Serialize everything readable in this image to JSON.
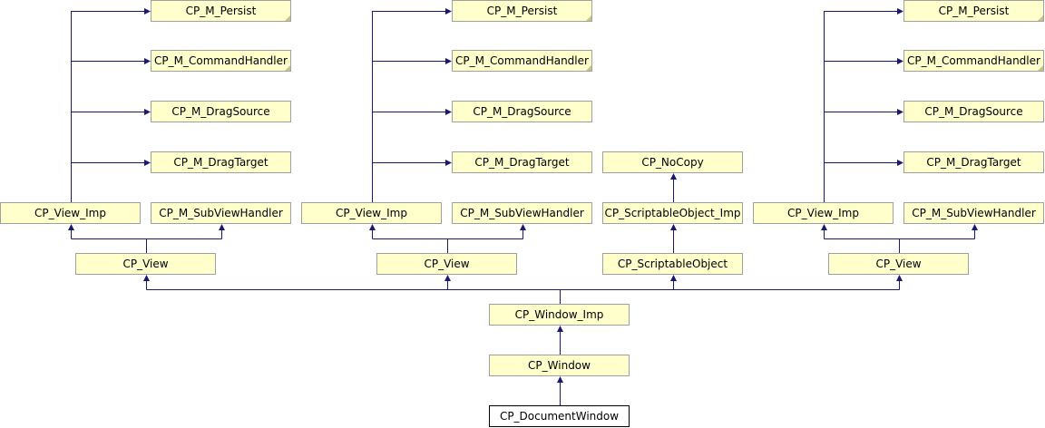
{
  "diagram": {
    "nodes": [
      {
        "id": "pA",
        "label": "CP_M_Persist",
        "folded": true
      },
      {
        "id": "cA",
        "label": "CP_M_CommandHandler",
        "folded": true
      },
      {
        "id": "dsA",
        "label": "CP_M_DragSource"
      },
      {
        "id": "dtA",
        "label": "CP_M_DragTarget"
      },
      {
        "id": "viA",
        "label": "CP_View_Imp"
      },
      {
        "id": "shA",
        "label": "CP_M_SubViewHandler"
      },
      {
        "id": "vA",
        "label": "CP_View"
      },
      {
        "id": "pB",
        "label": "CP_M_Persist",
        "folded": true
      },
      {
        "id": "cB",
        "label": "CP_M_CommandHandler",
        "folded": true
      },
      {
        "id": "dsB",
        "label": "CP_M_DragSource"
      },
      {
        "id": "dtB",
        "label": "CP_M_DragTarget"
      },
      {
        "id": "viB",
        "label": "CP_View_Imp"
      },
      {
        "id": "shB",
        "label": "CP_M_SubViewHandler"
      },
      {
        "id": "vB",
        "label": "CP_View"
      },
      {
        "id": "nc",
        "label": "CP_NoCopy"
      },
      {
        "id": "soi",
        "label": "CP_ScriptableObject_Imp"
      },
      {
        "id": "so",
        "label": "CP_ScriptableObject"
      },
      {
        "id": "pC",
        "label": "CP_M_Persist",
        "folded": true
      },
      {
        "id": "cC",
        "label": "CP_M_CommandHandler",
        "folded": true
      },
      {
        "id": "dsC",
        "label": "CP_M_DragSource"
      },
      {
        "id": "dtC",
        "label": "CP_M_DragTarget"
      },
      {
        "id": "viC",
        "label": "CP_View_Imp"
      },
      {
        "id": "shC",
        "label": "CP_M_SubViewHandler"
      },
      {
        "id": "vC",
        "label": "CP_View"
      },
      {
        "id": "wi",
        "label": "CP_Window_Imp"
      },
      {
        "id": "w",
        "label": "CP_Window"
      },
      {
        "id": "dw",
        "label": "CP_DocumentWindow",
        "focus": true
      }
    ],
    "edges": [
      {
        "from": "viA",
        "to": [
          "pA",
          "cA",
          "dsA",
          "dtA"
        ]
      },
      {
        "from": "vA",
        "to": [
          "viA",
          "shA"
        ]
      },
      {
        "from": "viB",
        "to": [
          "pB",
          "cB",
          "dsB",
          "dtB"
        ]
      },
      {
        "from": "vB",
        "to": [
          "viB",
          "shB"
        ]
      },
      {
        "from": "soi",
        "to": [
          "nc"
        ]
      },
      {
        "from": "so",
        "to": [
          "soi"
        ]
      },
      {
        "from": "viC",
        "to": [
          "pC",
          "cC",
          "dsC",
          "dtC"
        ]
      },
      {
        "from": "vC",
        "to": [
          "viC",
          "shC"
        ]
      },
      {
        "from": "wi",
        "to": [
          "vA",
          "vB",
          "so",
          "vC"
        ]
      },
      {
        "from": "w",
        "to": [
          "wi"
        ]
      },
      {
        "from": "dw",
        "to": [
          "w"
        ]
      }
    ],
    "colors": {
      "node_fill": "#ffffcc",
      "node_border": "#a0a0a0",
      "focus_fill": "#ffffff",
      "focus_border": "#000000",
      "edge": "#191970"
    }
  }
}
